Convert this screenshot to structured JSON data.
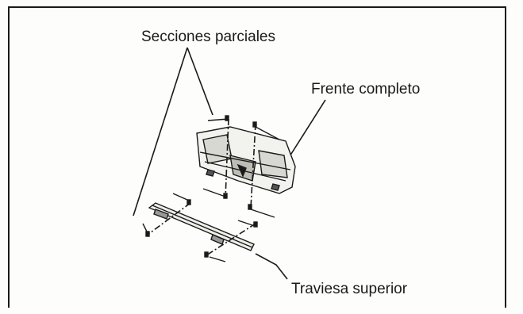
{
  "labels": {
    "partial_sections": "Secciones parciales",
    "full_front": "Frente completo",
    "upper_crossmember": "Traviesa superior"
  }
}
